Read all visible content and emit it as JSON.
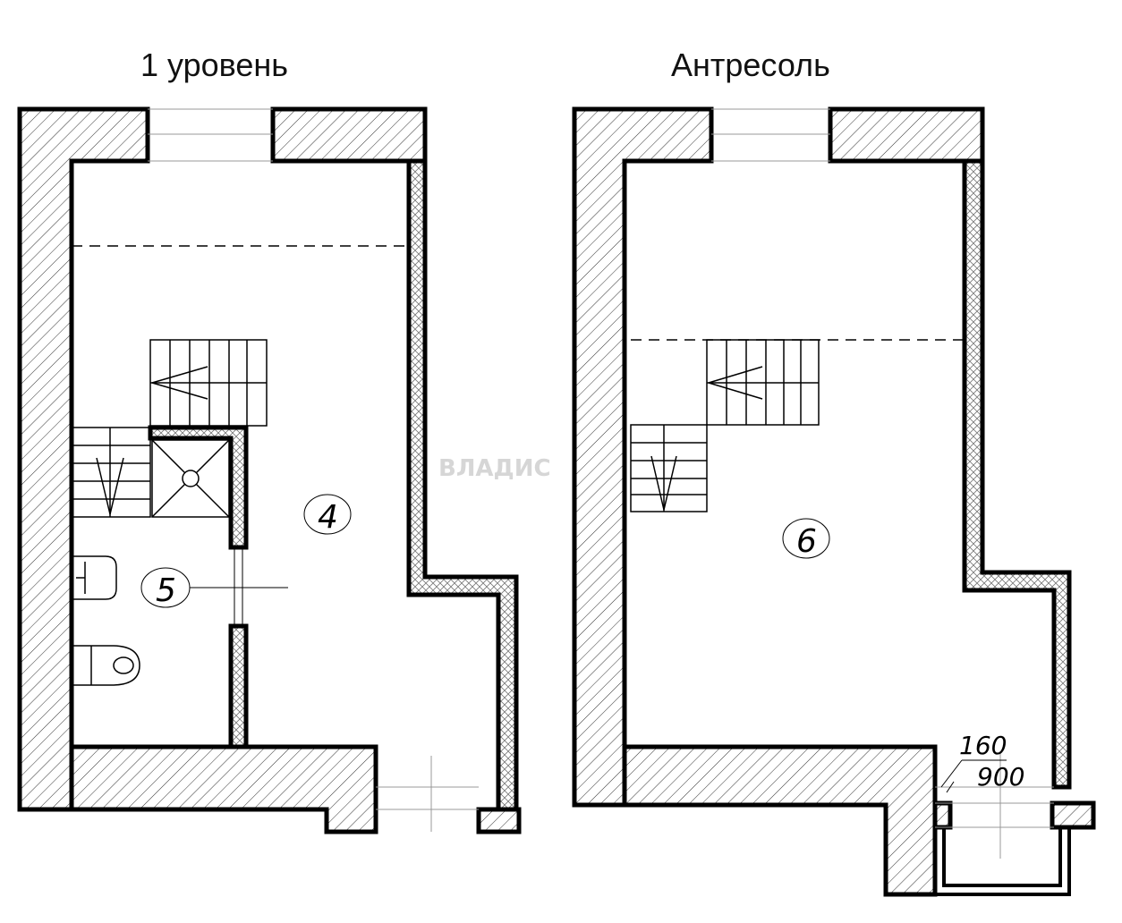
{
  "titles": {
    "level1": "1 уровень",
    "mezzanine": "Антресоль"
  },
  "rooms": {
    "room4": "4",
    "room5": "5",
    "room6": "6"
  },
  "dimensions": {
    "d160": "160",
    "d900": "900"
  },
  "watermark": "ВЛАДИС",
  "colors": {
    "line": "#000000",
    "background": "#ffffff"
  }
}
